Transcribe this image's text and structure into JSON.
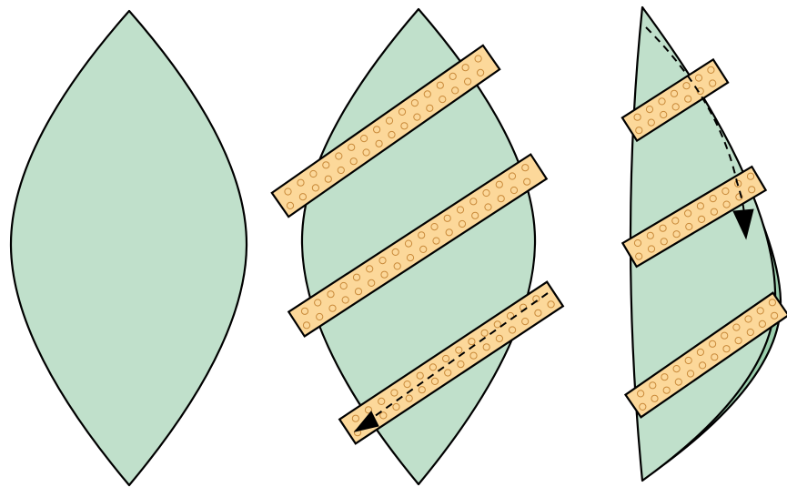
{
  "colors": {
    "leaf_fill": "#c0e0cb",
    "tape_fill": "#fcd89a",
    "tape_dot": "#c98a3a",
    "outline": "#000000",
    "background": "#ffffff"
  },
  "panels": [
    {
      "name": "flat-leaf-shape",
      "tape_strips": 0,
      "arrow": "none"
    },
    {
      "name": "taped-leaf-shape",
      "tape_strips": 3,
      "arrow": "dashed-diagonal"
    },
    {
      "name": "folded-leaf-shape",
      "tape_strips": 3,
      "arrow": "dashed-curved"
    }
  ]
}
